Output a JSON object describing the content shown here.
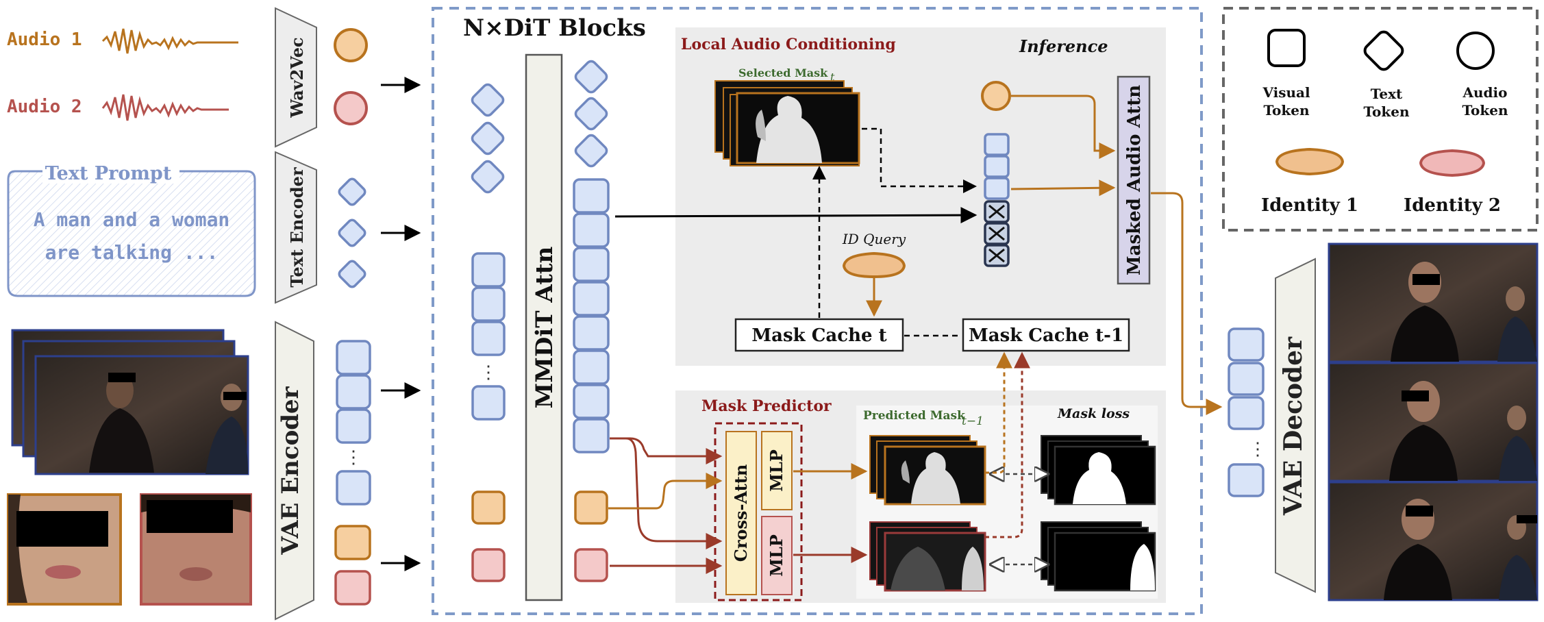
{
  "inputs": {
    "audio1_label": "Audio 1",
    "audio2_label": "Audio 2",
    "text_prompt_title": "Text Prompt",
    "text_prompt_line1": "A man and a woman",
    "text_prompt_line2": "are talking ..."
  },
  "encoders": {
    "wav2vec": "Wav2Vec",
    "text_encoder": "Text Encoder",
    "vae_encoder": "VAE Encoder",
    "vae_decoder": "VAE Decoder"
  },
  "dit": {
    "title": "N×DiT Blocks",
    "mmdit_label": "MMDiT Attn",
    "ellipsis": "⋮"
  },
  "local_audio": {
    "section_title": "Local Audio Conditioning",
    "inference_label": "Inference",
    "selected_mask_label": "Selected Mask",
    "selected_mask_sub": "t",
    "id_query_label": "ID Query",
    "mask_cache_t": "Mask Cache t",
    "mask_cache_t1": "Mask Cache t-1",
    "masked_audio_attn": "Masked Audio Attn"
  },
  "mask_predictor": {
    "section_title": "Mask Predictor",
    "cross_attn": "Cross-Attn",
    "mlp_top": "MLP",
    "mlp_bottom": "MLP",
    "predicted_mask_label": "Predicted Mask",
    "predicted_mask_sub": "t−1",
    "mask_loss_label": "Mask loss"
  },
  "legend": {
    "visual_token": [
      "Visual",
      "Token"
    ],
    "text_token": [
      "Text",
      "Token"
    ],
    "audio_token": [
      "Audio",
      "Token"
    ],
    "identity1": "Identity 1",
    "identity2": "Identity 2"
  },
  "colors": {
    "audio1": "#b8731e",
    "audio2": "#b5524e",
    "text_blue": "#7f95c8",
    "token_fill": "#d9e4f8",
    "token_stroke": "#7088c0",
    "dark_red": "#8b1a1a",
    "panel_gray": "#ececec",
    "mlp_pink": "#f4d0d0",
    "crossattn_yellow": "#fbf0c8",
    "orange_token": "#f6cfa0",
    "pink_token": "#f4c9c9",
    "masked_attn_purple": "#d7d4ea",
    "dit_border": "#7f9ac8"
  }
}
